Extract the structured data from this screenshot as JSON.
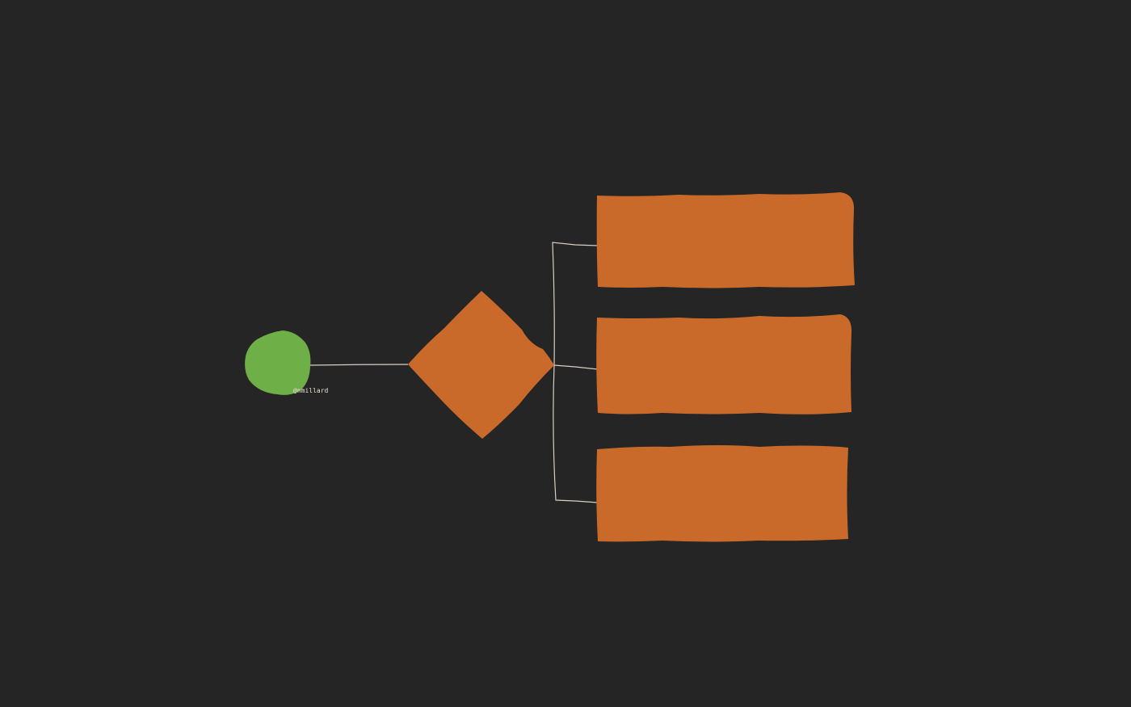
{
  "diagram": {
    "background_color": "#252525",
    "connector_color": "#d8cfc2",
    "start_node": {
      "shape": "blob",
      "color": "#6faf47",
      "label": "@nmillard",
      "label_color": "#e8e0d4"
    },
    "decision_node": {
      "shape": "diamond",
      "color": "#c96a2a"
    },
    "branches": [
      {
        "shape": "rectangle",
        "color": "#c96a2a"
      },
      {
        "shape": "rectangle",
        "color": "#c96a2a"
      },
      {
        "shape": "rectangle",
        "color": "#c96a2a"
      }
    ]
  }
}
